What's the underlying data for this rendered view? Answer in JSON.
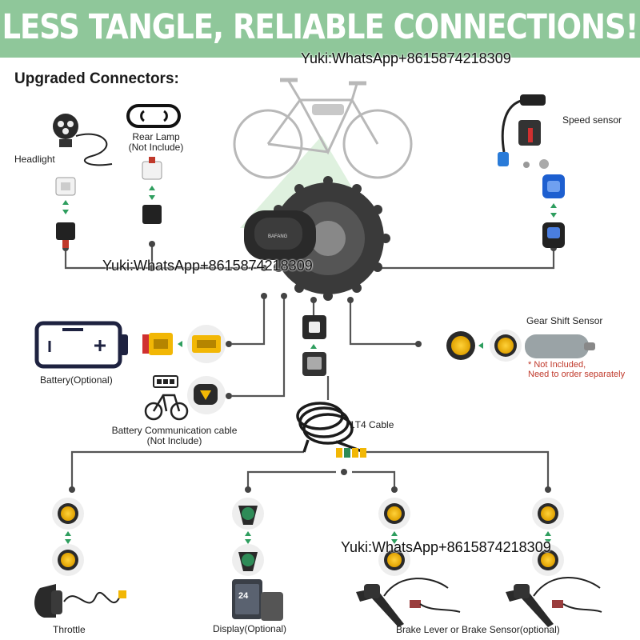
{
  "banner": {
    "title": "LESS TANGLE, RELIABLE CONNECTIONS!",
    "color": "#8fc79a"
  },
  "section_title": "Upgraded Connectors:",
  "watermarks": [
    "Yuki:WhatsApp+8615874218309",
    "Yuki:WhatsApp+8615874218309",
    "Yuki:WhatsApp+8615874218309"
  ],
  "motor": {
    "brand": "BAFANG"
  },
  "components": {
    "headlight": "Headlight",
    "rear_lamp": "Rear Lamp",
    "rear_lamp_note": "(Not Include)",
    "speed_sensor": "Speed sensor",
    "battery": "Battery(Optional)",
    "battery_comm": "Battery Communication cable",
    "battery_comm_note": "(Not Include)",
    "gear_shift": "Gear Shift Sensor",
    "gear_shift_note_1": "* Not Included,",
    "gear_shift_note_2": "Need to order separately",
    "cable_1t4": "1T4 Cable",
    "throttle": "Throttle",
    "display": "Display(Optional)",
    "brake": "Brake Lever or Brake Sensor(optional)"
  },
  "display_screen": {
    "speed": "24"
  },
  "colors": {
    "connector_yellow": "#f2b705",
    "connector_green": "#2e8b57",
    "wire": "#555555",
    "note_red": "#c0392b"
  },
  "icons": [
    "headlight-icon",
    "rear-lamp-icon",
    "speed-sensor-icon",
    "battery-icon",
    "bike-icon",
    "gear-sensor-icon",
    "cable-icon",
    "throttle-icon",
    "display-icon",
    "brake-lever-icon"
  ]
}
